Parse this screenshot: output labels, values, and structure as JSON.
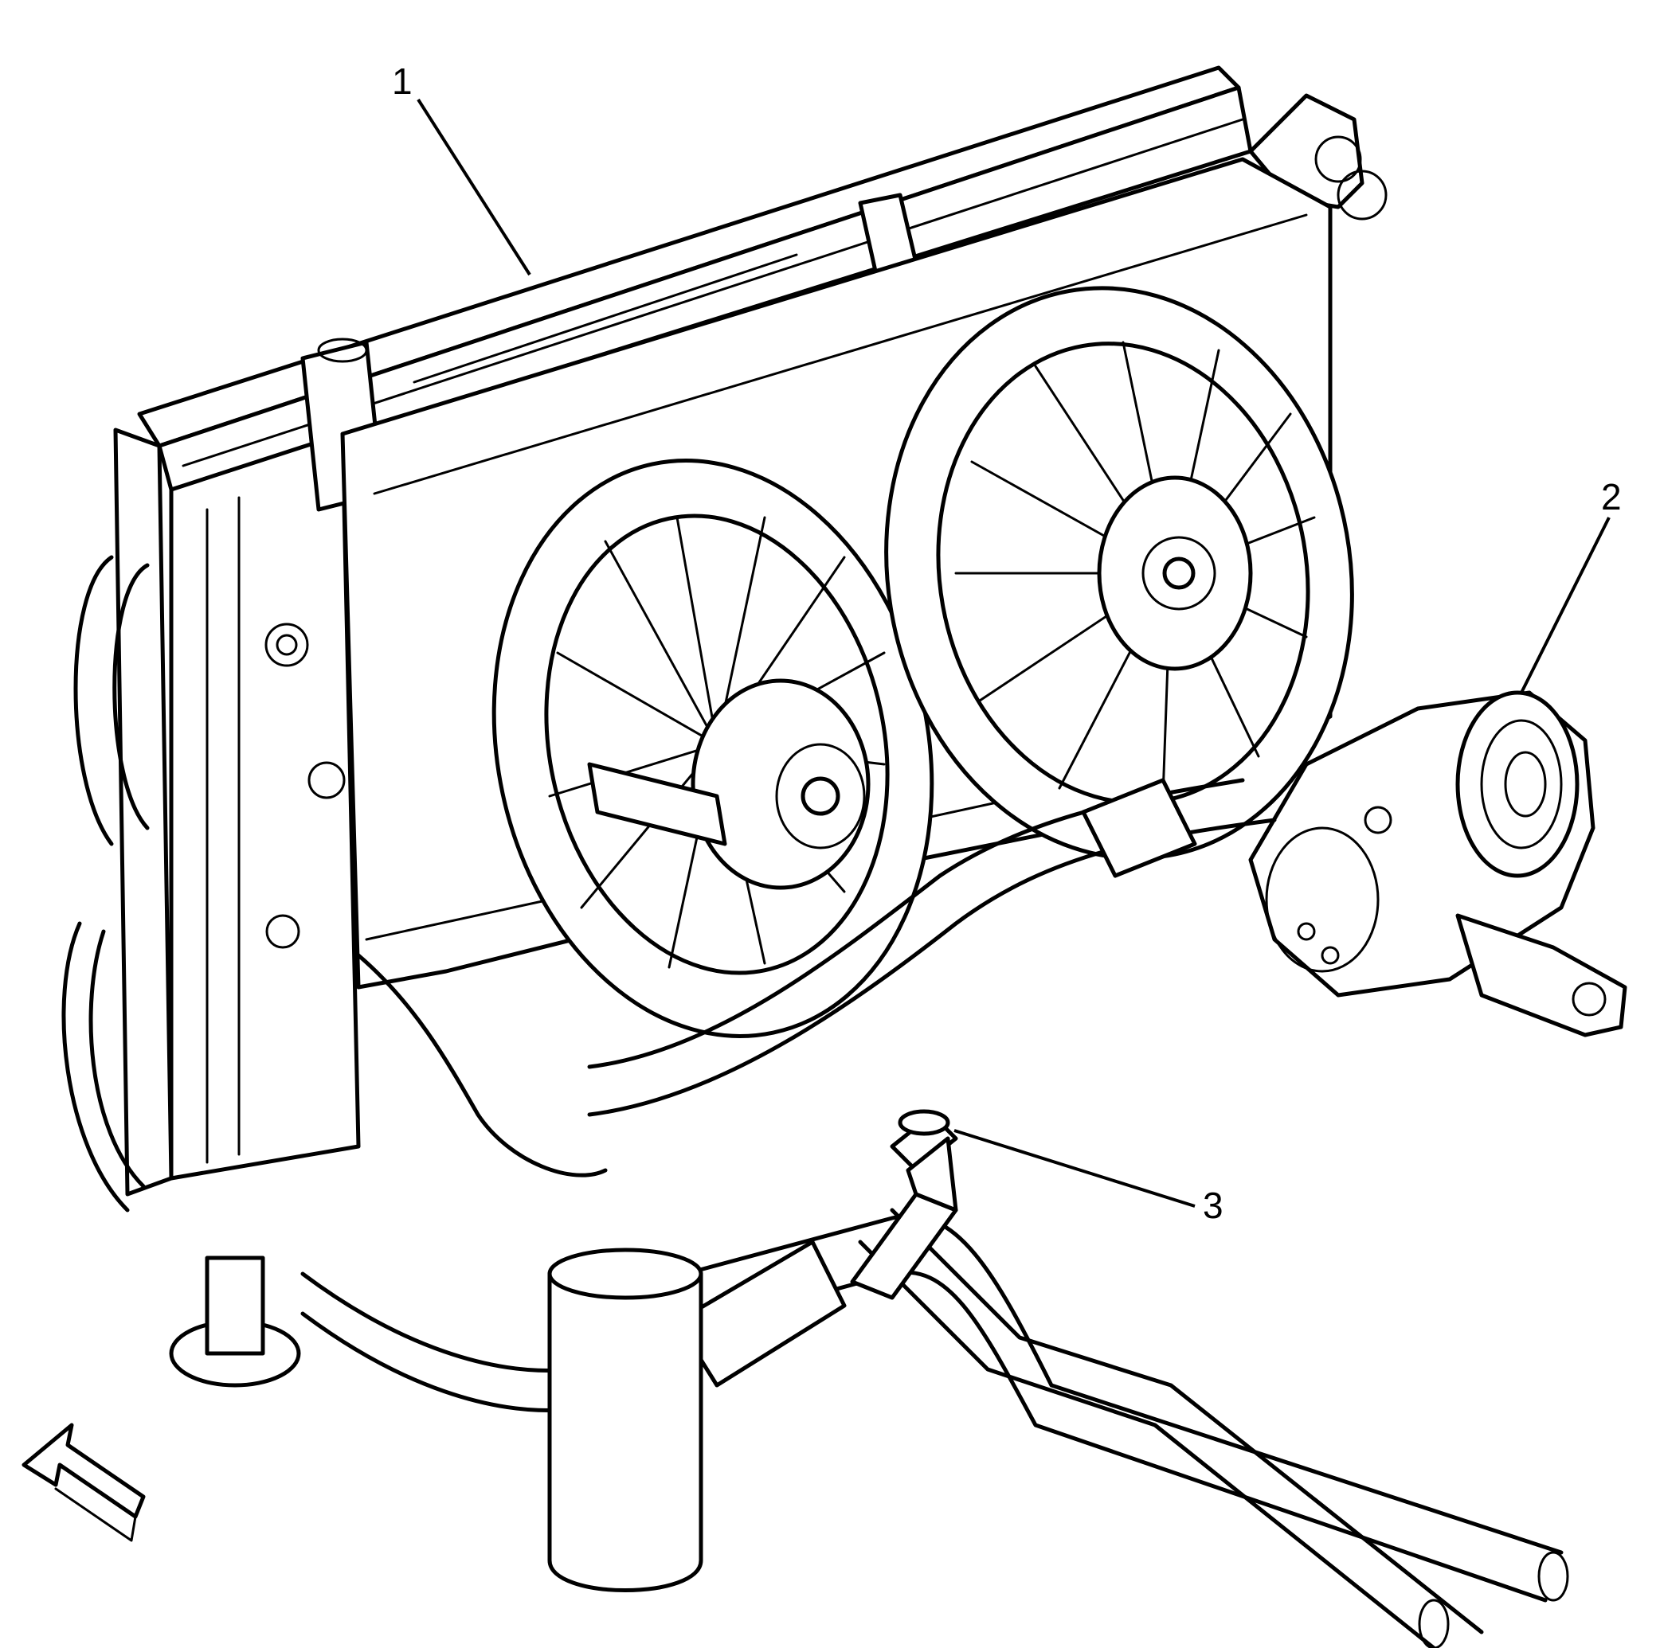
{
  "callouts": [
    {
      "id": "callout-1",
      "label": "1"
    },
    {
      "id": "callout-2",
      "label": "2"
    },
    {
      "id": "callout-3",
      "label": "3"
    }
  ],
  "icons": {
    "orientation_arrow": "front-direction-arrow-icon"
  }
}
